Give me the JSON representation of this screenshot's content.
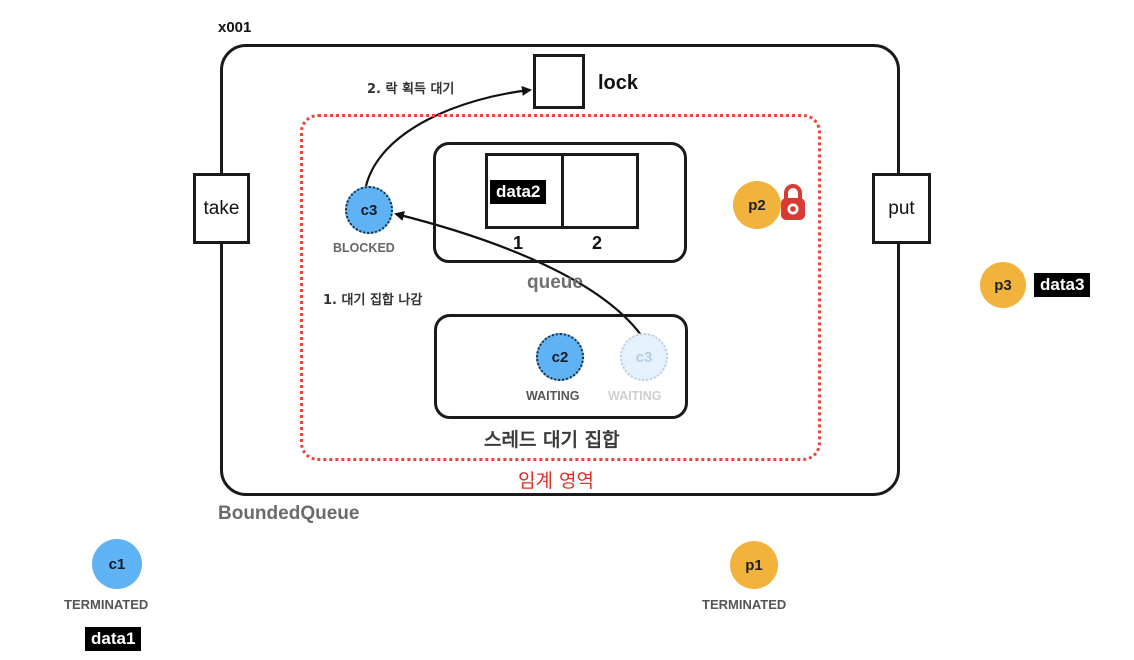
{
  "object_id": "x001",
  "outer": {
    "label": "BoundedQueue"
  },
  "ports": {
    "take": "take",
    "put": "put"
  },
  "lock": {
    "label": "lock"
  },
  "critical_section": {
    "label": "임계 영역",
    "color": "#e8473c"
  },
  "queue": {
    "label": "queue",
    "slots": [
      {
        "index": "1",
        "value": "data2"
      },
      {
        "index": "2",
        "value": ""
      }
    ]
  },
  "wait_set": {
    "label": "스레드 대기 집합",
    "threads": [
      {
        "name": "c2",
        "status": "WAITING"
      },
      {
        "name": "c3",
        "status": "WAITING"
      }
    ]
  },
  "threads": {
    "c3_active": {
      "name": "c3",
      "status": "BLOCKED"
    },
    "p2": {
      "name": "p2"
    },
    "p3": {
      "name": "p3",
      "data": "data3"
    },
    "p1": {
      "name": "p1",
      "status": "TERMINATED"
    },
    "c1": {
      "name": "c1",
      "status": "TERMINATED",
      "data": "data1"
    }
  },
  "steps": {
    "step1": "1.  대기 집합 나감",
    "step2": "2. 락 획득 대기"
  },
  "colors": {
    "consumer": "#5fb3f4",
    "producer": "#f2b33d",
    "lock_icon": "#d93a31"
  },
  "icons": {
    "lock": "padlock-icon"
  }
}
